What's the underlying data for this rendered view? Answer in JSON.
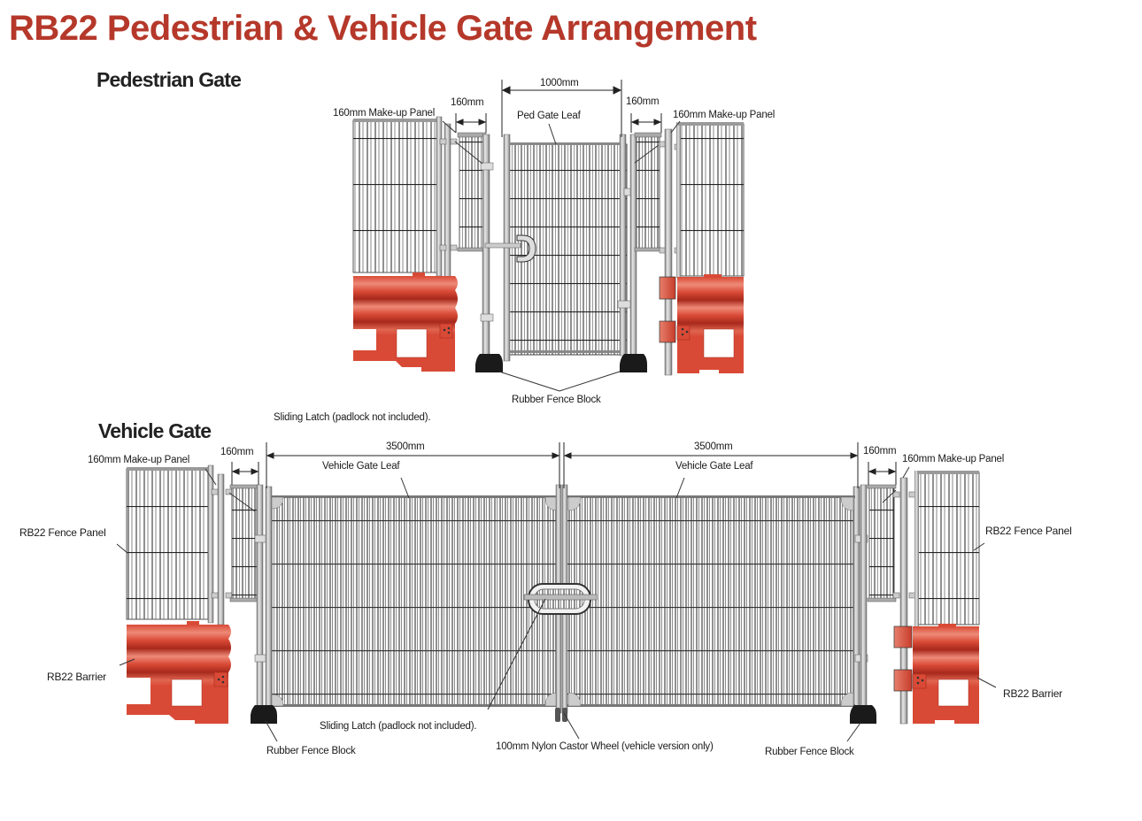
{
  "title": "RB22 Pedestrian & Vehicle Gate Arrangement",
  "colors": {
    "title": "#b5382a",
    "barrier": "#d94a36",
    "barrier_dark": "#a8291c",
    "barrier_light": "#ee8a78",
    "steel": "#b9b9b9",
    "steel_dark": "#6e6e6e",
    "mesh": "#222222",
    "rubber": "#1a1a1a"
  },
  "pedestrian_gate": {
    "heading": "Pedestrian Gate",
    "dim_gate_width": "1000mm",
    "dim_left_makeup": "160mm",
    "dim_right_makeup": "160mm",
    "label_left_makeup_panel": "160mm Make-up Panel",
    "label_right_makeup_panel": "160mm Make-up Panel",
    "label_gate_leaf": "Ped Gate Leaf",
    "label_rubber_block": "Rubber Fence Block",
    "label_sliding_latch": "Sliding Latch (padlock not included)."
  },
  "vehicle_gate": {
    "heading": "Vehicle Gate",
    "dim_left_makeup": "160mm",
    "dim_right_makeup": "160mm",
    "dim_left_leaf": "3500mm",
    "dim_right_leaf": "3500mm",
    "label_left_makeup_panel": "160mm Make-up Panel",
    "label_right_makeup_panel": "160mm Make-up Panel",
    "label_left_leaf": "Vehicle Gate Leaf",
    "label_right_leaf": "Vehicle Gate Leaf",
    "label_left_fence_panel": "RB22 Fence Panel",
    "label_right_fence_panel": "RB22 Fence Panel",
    "label_left_barrier": "RB22 Barrier",
    "label_right_barrier": "RB22 Barrier",
    "label_sliding_latch": "Sliding Latch (padlock not included).",
    "label_castor_wheel": "100mm Nylon Castor Wheel (vehicle version only)",
    "label_left_rubber_block": "Rubber Fence Block",
    "label_right_rubber_block": "Rubber Fence Block"
  }
}
